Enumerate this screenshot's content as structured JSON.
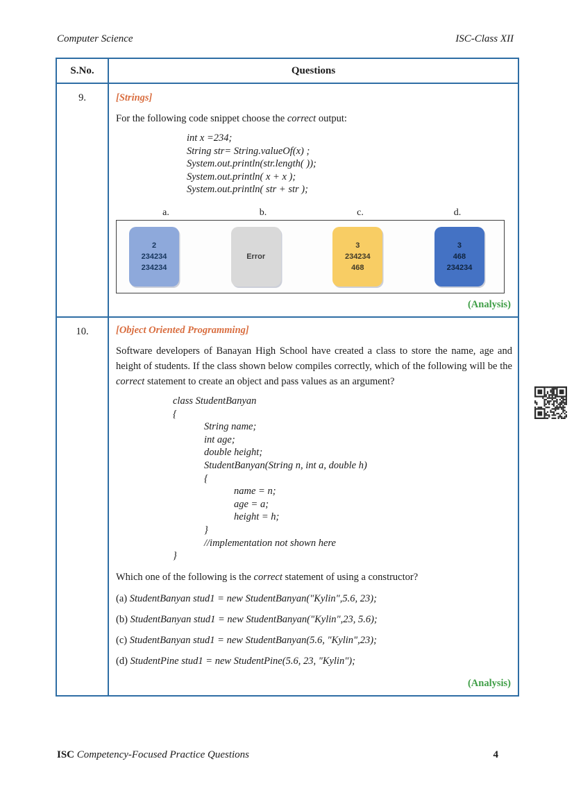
{
  "header": {
    "left": "Computer Science",
    "right": "ISC-Class XII"
  },
  "table": {
    "sno_header": "S.No.",
    "questions_header": "Questions"
  },
  "q9": {
    "number": "9.",
    "topic": "[Strings]",
    "intro": {
      "before": "For the following code snippet choose the ",
      "emphasis": "correct",
      "after": " output:"
    },
    "code": [
      "int x =234;",
      "String str= String.valueOf(x) ;",
      "System.out.println(str.length( ));",
      "System.out.println( x + x );",
      "System.out.println( str + str );"
    ],
    "option_labels": [
      "a.",
      "b.",
      "c.",
      "d."
    ],
    "options": [
      {
        "lines": [
          "2",
          "234234",
          "234234"
        ],
        "fill": "#8ea9db",
        "border": "#6f88c9",
        "text_color": "#17365d"
      },
      {
        "lines": [
          "Error",
          "",
          ""
        ],
        "fill": "#d9d9d9",
        "border": "#bfbfbf",
        "text_color": "#3b3b3b"
      },
      {
        "lines": [
          "3",
          "234234",
          "468"
        ],
        "fill": "#f8cd64",
        "border": "#e4b441",
        "text_color": "#403a28"
      },
      {
        "lines": [
          "3",
          "468",
          "234234"
        ],
        "fill": "#4472c4",
        "border": "#2f5597",
        "text_color": "#10243e"
      }
    ],
    "analysis": "(Analysis)"
  },
  "q10": {
    "number": "10.",
    "topic": "[Object Oriented Programming]",
    "paragraph": {
      "before": "Software developers of Banayan High School have created a class to store the name, age and height of students. If the class shown below compiles correctly, which of the following will be the ",
      "emphasis": "correct",
      "after": " statement to create an object and pass values as an argument?"
    },
    "code": [
      "class StudentBanyan",
      "{",
      "String name;",
      "int age;",
      "double height;",
      "StudentBanyan(String n, int a, double h)",
      "{",
      "name = n;",
      "age = a;",
      "height = h;",
      "}",
      "//implementation not shown here",
      "}"
    ],
    "question": {
      "before": "Which one of the following is the ",
      "emphasis": "correct",
      "after": " statement of using a constructor?"
    },
    "options": [
      {
        "label": "(a)",
        "text": "StudentBanyan stud1 = new StudentBanyan(\"Kylin\",5.6, 23);"
      },
      {
        "label": "(b)",
        "text": "StudentBanyan stud1 = new StudentBanyan(\"Kylin\",23, 5.6);"
      },
      {
        "label": "(c)",
        "text": "StudentBanyan stud1 = new StudentBanyan(5.6, \"Kylin\",23);"
      },
      {
        "label": "(d)",
        "text": "StudentPine stud1 = new StudentPine(5.6, 23, \"Kylin\");"
      }
    ],
    "analysis": "(Analysis)"
  },
  "footer": {
    "left_bold": "ISC",
    "left_italic": " Competency-Focused Practice Questions",
    "page_number": "4"
  },
  "colors": {
    "table_border": "#2e6da4",
    "topic_orange": "#d96e40",
    "analysis_green": "#3f9e46"
  }
}
